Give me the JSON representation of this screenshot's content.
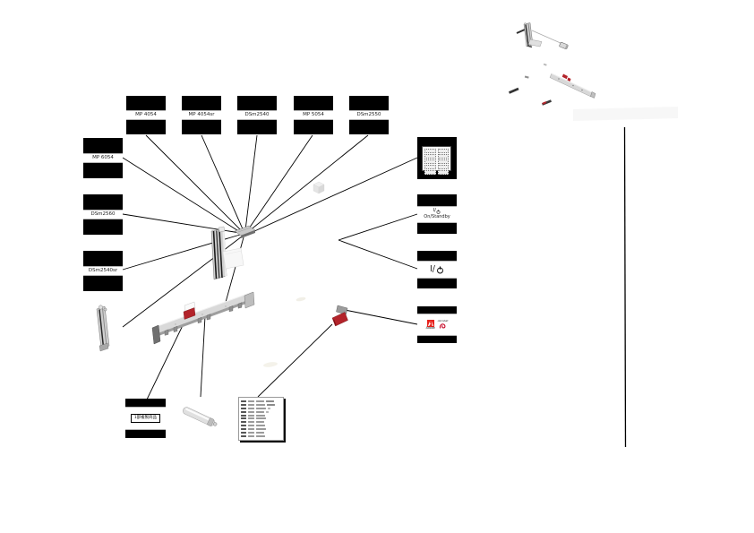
{
  "page": {
    "background": "#ffffff"
  },
  "plates": {
    "top": [
      "MP 4054",
      "MP 4054sr",
      "DSm2540",
      "MP 5054",
      "DSm2550"
    ],
    "left": [
      "MP 6054",
      "DSm2560",
      "DSm2540sr"
    ]
  },
  "power_labels": {
    "on_standby": {
      "prefix": "I/",
      "text": "On/Standby"
    },
    "main_power": {
      "prefix": "I/"
    }
  },
  "adobe_plate": {
    "brand": "Adobe",
    "product": "Acrobat"
  },
  "copy_guard_plate": {
    "text": "1部複製商品"
  },
  "operation_panel_icon": {
    "rows": 5,
    "cols": 2
  },
  "spec_table": {
    "rows": 11
  },
  "colors": {
    "plate_black": "#000000",
    "band_white": "#ffffff",
    "callout_line": "#000000",
    "accent_red": "#b3232a",
    "part_gray": "#d6d6d6"
  }
}
